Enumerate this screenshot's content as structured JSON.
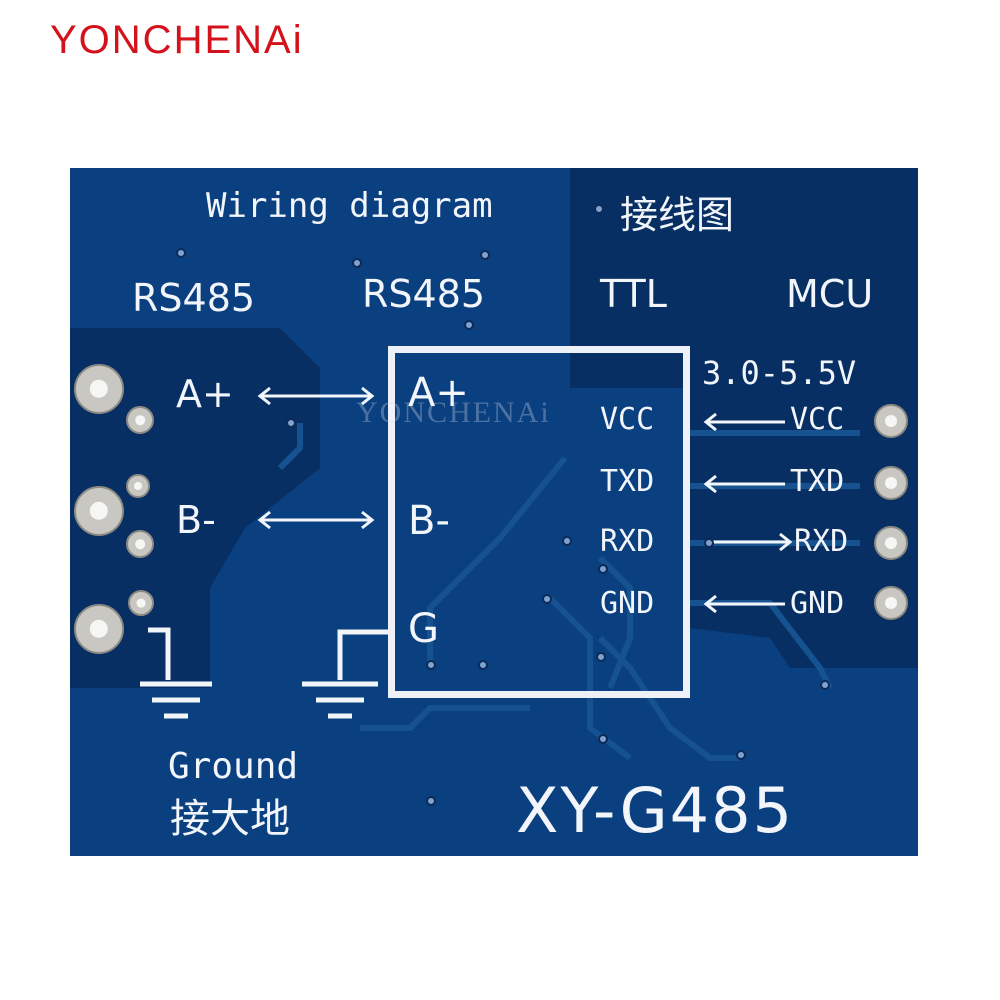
{
  "brand": {
    "text": "YONCHENAi",
    "color": "#d3121b"
  },
  "board": {
    "pcb_color": "#0a3f80",
    "title": "Wiring diagram",
    "title_cn": "接线图",
    "left_header": "RS485",
    "module_header": "RS485",
    "ttl_header": "TTL",
    "mcu_header": "MCU",
    "voltage": "3.0-5.5V",
    "watermark": "YONCHENAi",
    "left_labels": {
      "a": "A+",
      "b": "B-"
    },
    "module_left": {
      "a": "A+",
      "b": "B-",
      "g": "G"
    },
    "ttl_pins": {
      "vcc": "VCC",
      "txd": "TXD",
      "rxd": "RXD",
      "gnd": "GND"
    },
    "mcu_pins": {
      "vcc": "VCC",
      "txd": "TXD",
      "rxd": "RXD",
      "gnd": "GND"
    },
    "ground_label": "Ground",
    "ground_label_cn": "接大地",
    "model": "XY-G485"
  }
}
